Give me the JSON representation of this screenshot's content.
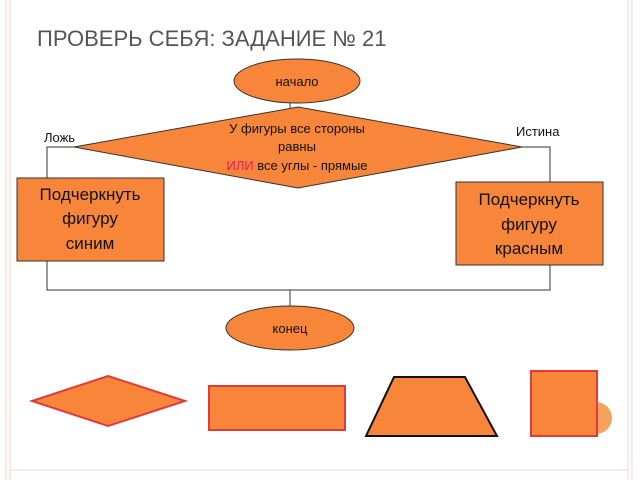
{
  "slide": {
    "title": "ПРОВЕРЬ СЕБЯ: ЗАДАНИЕ № 21"
  },
  "flowchart": {
    "start": "начало",
    "condition": {
      "line1": "У фигуры все стороны",
      "line2": "равны",
      "or_word": "ИЛИ",
      "line3_rest": " все углы - прямые"
    },
    "false_label": "Ложь",
    "true_label": "Истина",
    "false_action": [
      "Подчеркнуть",
      "фигуру",
      "синим"
    ],
    "true_action": [
      "Подчеркнуть",
      "фигуру",
      "красным"
    ],
    "end": "конец"
  },
  "shapes": [
    "rhombus",
    "rectangle",
    "trapezoid",
    "square"
  ],
  "colors": {
    "fill": "#f7863a",
    "border": "#2b2b2b",
    "red_border": "#e03a3a",
    "title": "#555555",
    "or_word": "#e0205a",
    "accent_circle": "#f2a25e",
    "frame_line": "#f0d0c0"
  }
}
